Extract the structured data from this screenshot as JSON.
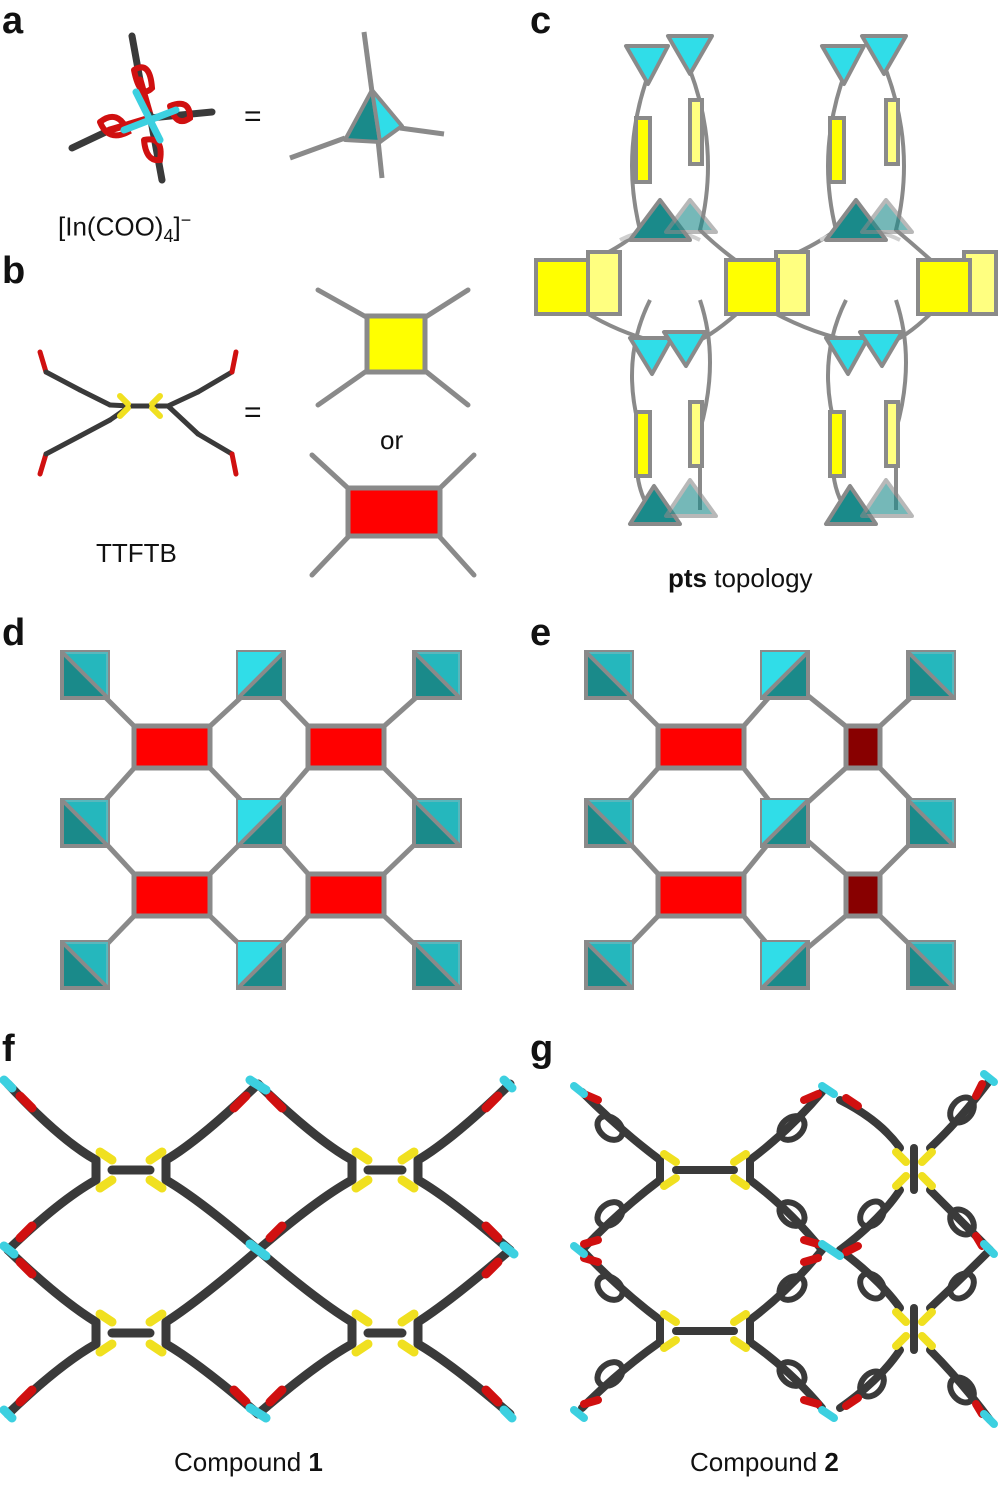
{
  "panels": {
    "a": {
      "letter": "a",
      "equals": "=",
      "label_main": "[In(COO)",
      "label_sub": "4",
      "label_end": "]",
      "label_sup": "−"
    },
    "b": {
      "letter": "b",
      "equals": "=",
      "label": "TTFTB",
      "or": "or"
    },
    "c": {
      "letter": "c",
      "caption_bold": "pts",
      "caption_rest": " topology"
    },
    "d": {
      "letter": "d"
    },
    "e": {
      "letter": "e"
    },
    "f": {
      "letter": "f",
      "caption_prefix": "Compound ",
      "caption_bold": "1"
    },
    "g": {
      "letter": "g",
      "caption_prefix": "Compound ",
      "caption_bold": "2"
    }
  },
  "colors": {
    "carbon": "#3a3a3a",
    "oxygen": "#d01010",
    "indium": "#3cd0e0",
    "sulfur": "#f0e020",
    "node_grey": "#8a8a8a",
    "tetra_dark": "#1a8a8a",
    "tetra_light": "#30dde8",
    "square_yellow": "#ffff00",
    "rect_red": "#ff0000",
    "rect_darkred": "#880000"
  }
}
